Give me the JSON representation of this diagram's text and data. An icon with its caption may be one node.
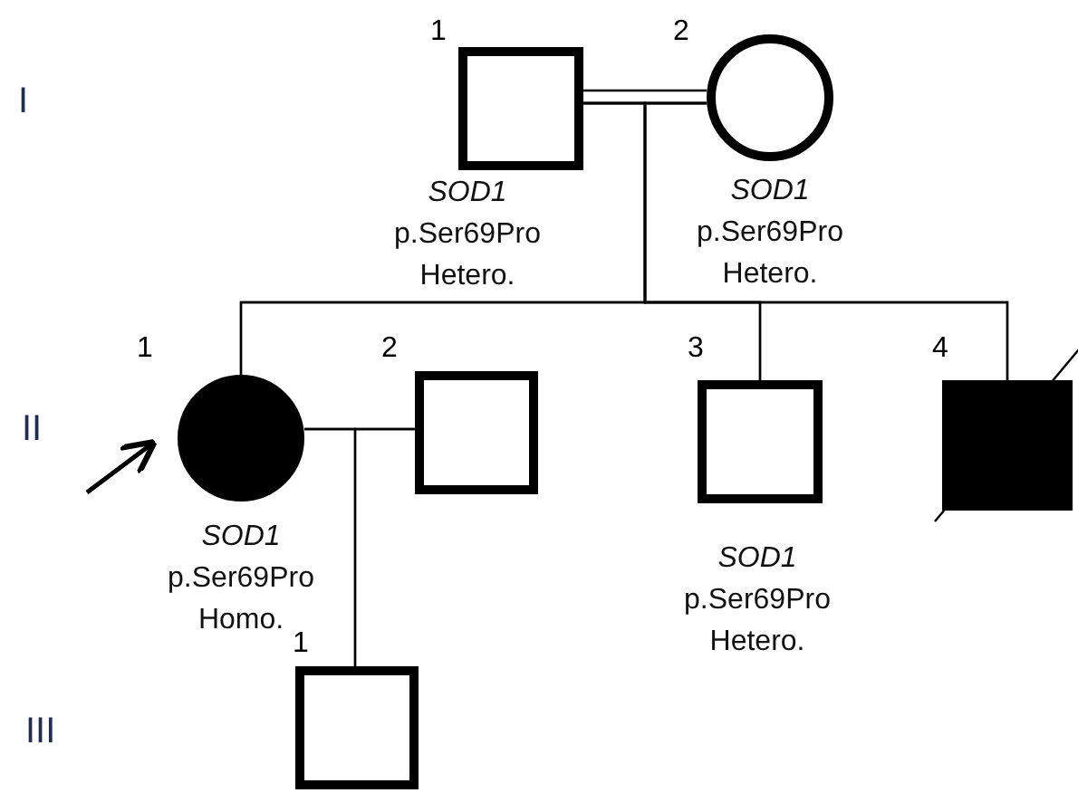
{
  "diagram": {
    "nodes": [
      {
        "text": [],
        "shape": "box",
        "beside": [
          "1",
          "*SOD1* p.Ser69Pro Hetero."
        ]
      },
      {
        "text": [],
        "shape": "circle",
        "beside": [
          "2",
          "*SOD1* p.Ser69Pro Hetero."
        ]
      },
      {
        "text": [],
        "shape": "filled-circle",
        "beside": [
          "1",
          "*SOD1* p.Ser69Pro Homo."
        ]
      },
      {
        "text": [],
        "shape": "box",
        "beside": [
          "2"
        ]
      },
      {
        "text": [],
        "shape": "box",
        "beside": [
          "3",
          "*SOD1* p.Ser69Pro Hetero."
        ]
      },
      {
        "text": [],
        "shape": "slashed-filled-box",
        "beside": [
          "4"
        ]
      },
      {
        "text": [],
        "shape": "box",
        "beside": [
          "1"
        ]
      }
    ],
    "edges": [
      {
        "from": 0,
        "to": 1,
        "arrow": "none"
      },
      {
        "from": 0,
        "to": 2,
        "arrow": "none"
      },
      {
        "from": 1,
        "to": 2,
        "arrow": "none"
      },
      {
        "from": 0,
        "to": 4,
        "arrow": "none"
      },
      {
        "from": 1,
        "to": 4,
        "arrow": "none"
      },
      {
        "from": 0,
        "to": 5,
        "arrow": "none"
      },
      {
        "from": 1,
        "to": 5,
        "arrow": "none"
      },
      {
        "from": 2,
        "to": 3,
        "arrow": "none"
      },
      {
        "from": 2,
        "to": 6,
        "arrow": "none"
      },
      {
        "from": 3,
        "to": 6,
        "arrow": "none"
      },
      {
        "from": null,
        "to": 2,
        "arrow": "to"
      }
    ],
    "labels": [
      "I",
      "II",
      "III"
    ]
  }
}
